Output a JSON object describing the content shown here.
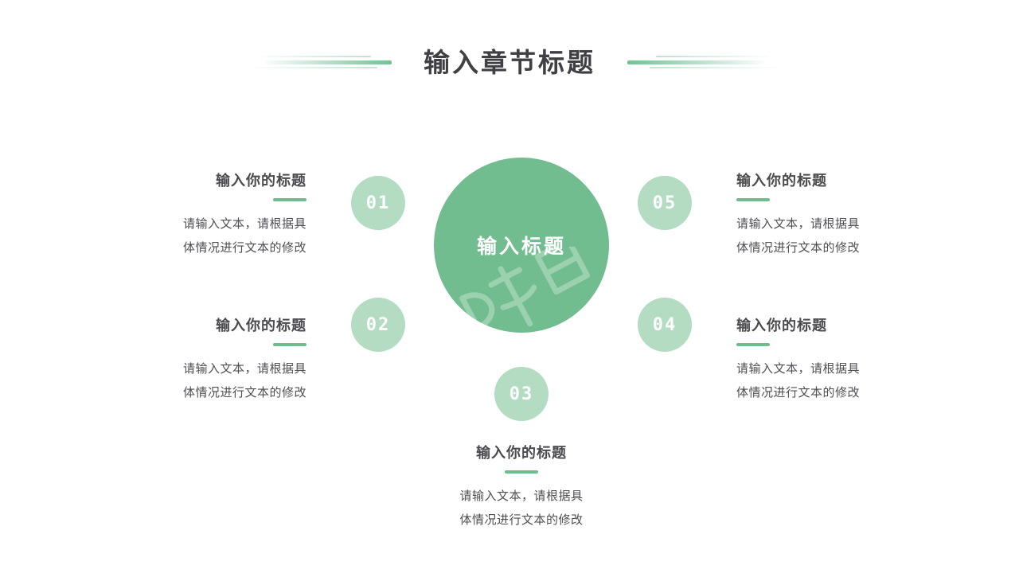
{
  "slide": {
    "background_color": "#ffffff",
    "accent_color": "#71bd8f",
    "accent_light_color": "#b3dcc2",
    "text_color": "#4a4a4f"
  },
  "header": {
    "title": "输入章节标题",
    "decoration_left": "gradient-lines-left",
    "decoration_right": "gradient-lines-right"
  },
  "hub": {
    "label": "输入标题",
    "watermark": "ppt-watermark"
  },
  "items": [
    {
      "number": "01",
      "title": "输入你的标题",
      "body_line1": "请输入文本，请根据具",
      "body_line2": "体情况进行文本的修改"
    },
    {
      "number": "02",
      "title": "输入你的标题",
      "body_line1": "请输入文本，请根据具",
      "body_line2": "体情况进行文本的修改"
    },
    {
      "number": "03",
      "title": "输入你的标题",
      "body_line1": "请输入文本，请根据具",
      "body_line2": "体情况进行文本的修改"
    },
    {
      "number": "04",
      "title": "输入你的标题",
      "body_line1": "请输入文本，请根据具",
      "body_line2": "体情况进行文本的修改"
    },
    {
      "number": "05",
      "title": "输入你的标题",
      "body_line1": "请输入文本，请根据具",
      "body_line2": "体情况进行文本的修改"
    }
  ]
}
